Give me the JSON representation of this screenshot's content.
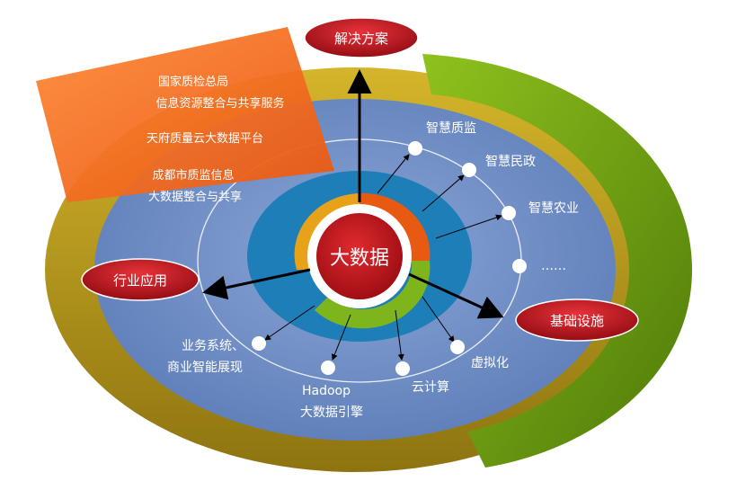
{
  "center": {
    "label": "大数据"
  },
  "pills": {
    "solutions": "解决方案",
    "industry": "行业应用",
    "infrastructure": "基础设施"
  },
  "orange_panel": {
    "line1": "国家质检总局",
    "line2": "信息资源整合与共享服务",
    "line3": "天府质量云大数据平台",
    "line4": "成都市质监信息",
    "line5": "大数据整合与共享"
  },
  "nodes": {
    "quality": "智慧质监",
    "civil": "智慧民政",
    "agri": "智慧农业",
    "more": "……",
    "virtual": "虚拟化",
    "cloud": "云计算",
    "hadoop1": "Hadoop",
    "hadoop2": "大数据引擎",
    "biz1": "业务系统、",
    "biz2": "商业智能展现"
  },
  "colors": {
    "olive_ring": "#b59a1c",
    "green_ring": "#6f9a12",
    "blue_disc": "#6f8fc4",
    "inner_blue": "#1e7fb8",
    "orange_panel": "#f26b1d",
    "pill_red": "#b5121b"
  }
}
